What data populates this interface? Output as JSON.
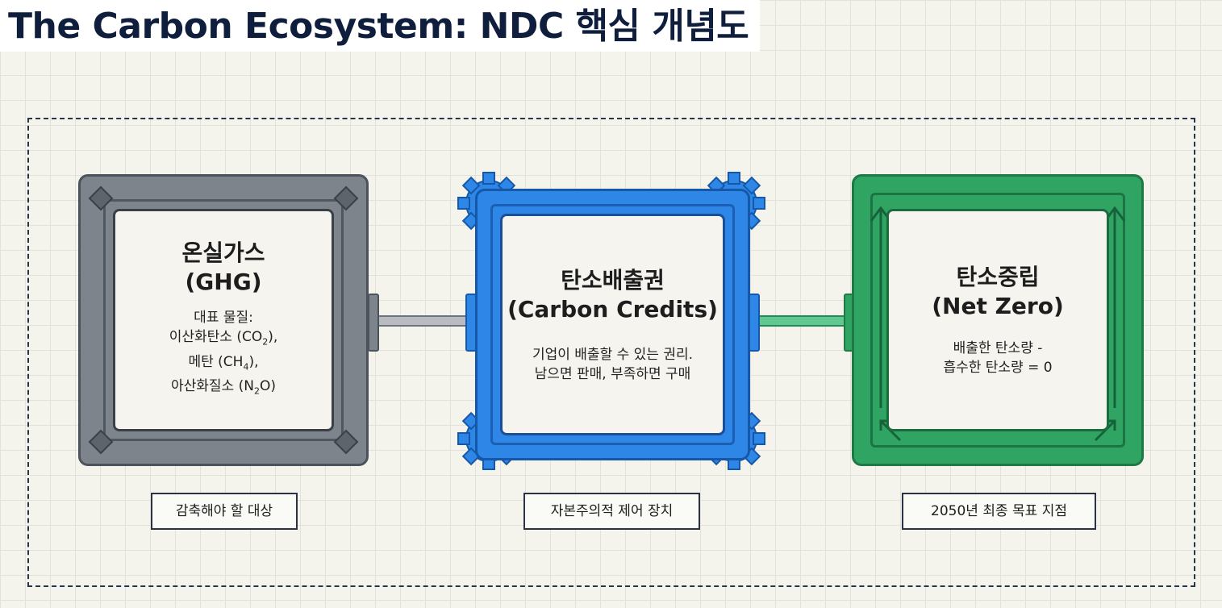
{
  "title": "The Carbon Ecosystem: NDC 핵심 개념도",
  "cards": [
    {
      "title": "온실가스",
      "subtitle": "(GHG)",
      "desc_lines": [
        {
          "text": "대표 물질:"
        },
        {
          "pre": "이산화탄소 (CO",
          "sub": "2",
          "post": "),"
        },
        {
          "pre": "메탄 (CH",
          "sub": "4",
          "post": "),"
        },
        {
          "pre": "아산화질소 (N",
          "sub": "2",
          "post": "O)"
        }
      ],
      "label": "감축해야 할 대상",
      "color": "#7e848c"
    },
    {
      "title": "탄소배출권",
      "subtitle": "(Carbon Credits)",
      "desc_lines": [
        {
          "text": "기업이 배출할 수 있는 권리."
        },
        {
          "text": "남으면 판매, 부족하면 구매"
        }
      ],
      "label": "자본주의적 제어 장치",
      "color": "#2e87e6"
    },
    {
      "title": "탄소중립",
      "subtitle": "(Net Zero)",
      "desc_lines": [
        {
          "text": "배출한 탄소량 -"
        },
        {
          "text": "흡수한 탄소량 = 0"
        }
      ],
      "label": "2050년 최종 목표 지점",
      "color": "#2fa463"
    }
  ]
}
